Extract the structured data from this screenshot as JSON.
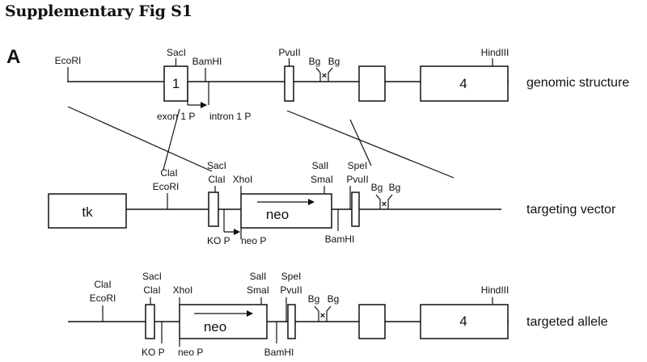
{
  "figure": {
    "title": "Supplementary Fig S1",
    "panel": "A"
  },
  "genomic": {
    "row_label": "genomic structure",
    "exon1_label": "1",
    "exon4_label": "4",
    "sites": {
      "ecori": "EcoRI",
      "saci": "SacI",
      "bamhi": "BamHI",
      "pvuii": "PvuII",
      "bg1": "Bg",
      "bg2": "Bg",
      "hindiii": "HindIII"
    },
    "promoters": {
      "exon1": "exon 1 P",
      "intron1": "intron 1 P"
    },
    "bg_mark": "×"
  },
  "vector": {
    "row_label": "targeting vector",
    "tk_label": "tk",
    "neo_label": "neo",
    "sites": {
      "clai": "ClaI",
      "ecori": "EcoRI",
      "saci": "SacI",
      "clai2": "ClaI",
      "xhoi": "XhoI",
      "sali": "SalI",
      "smai": "SmaI",
      "spei": "SpeI",
      "pvuii": "PvuII",
      "bamhi": "BamHI",
      "bg1": "Bg",
      "bg2": "Bg"
    },
    "promoters": {
      "ko": "KO P",
      "neo": "neo P"
    },
    "bg_mark": "×"
  },
  "allele": {
    "row_label": "targeted allele",
    "neo_label": "neo",
    "exon4_label": "4",
    "sites": {
      "clai": "ClaI",
      "ecori": "EcoRI",
      "saci": "SacI",
      "clai2": "ClaI",
      "xhoi": "XhoI",
      "sali": "SalI",
      "smai": "SmaI",
      "spei": "SpeI",
      "pvuii": "PvuII",
      "bamhi": "BamHI",
      "bg1": "Bg",
      "bg2": "Bg",
      "hindiii": "HindIII"
    },
    "promoters": {
      "ko": "KO P",
      "neo": "neo P"
    },
    "bg_mark": "×"
  }
}
